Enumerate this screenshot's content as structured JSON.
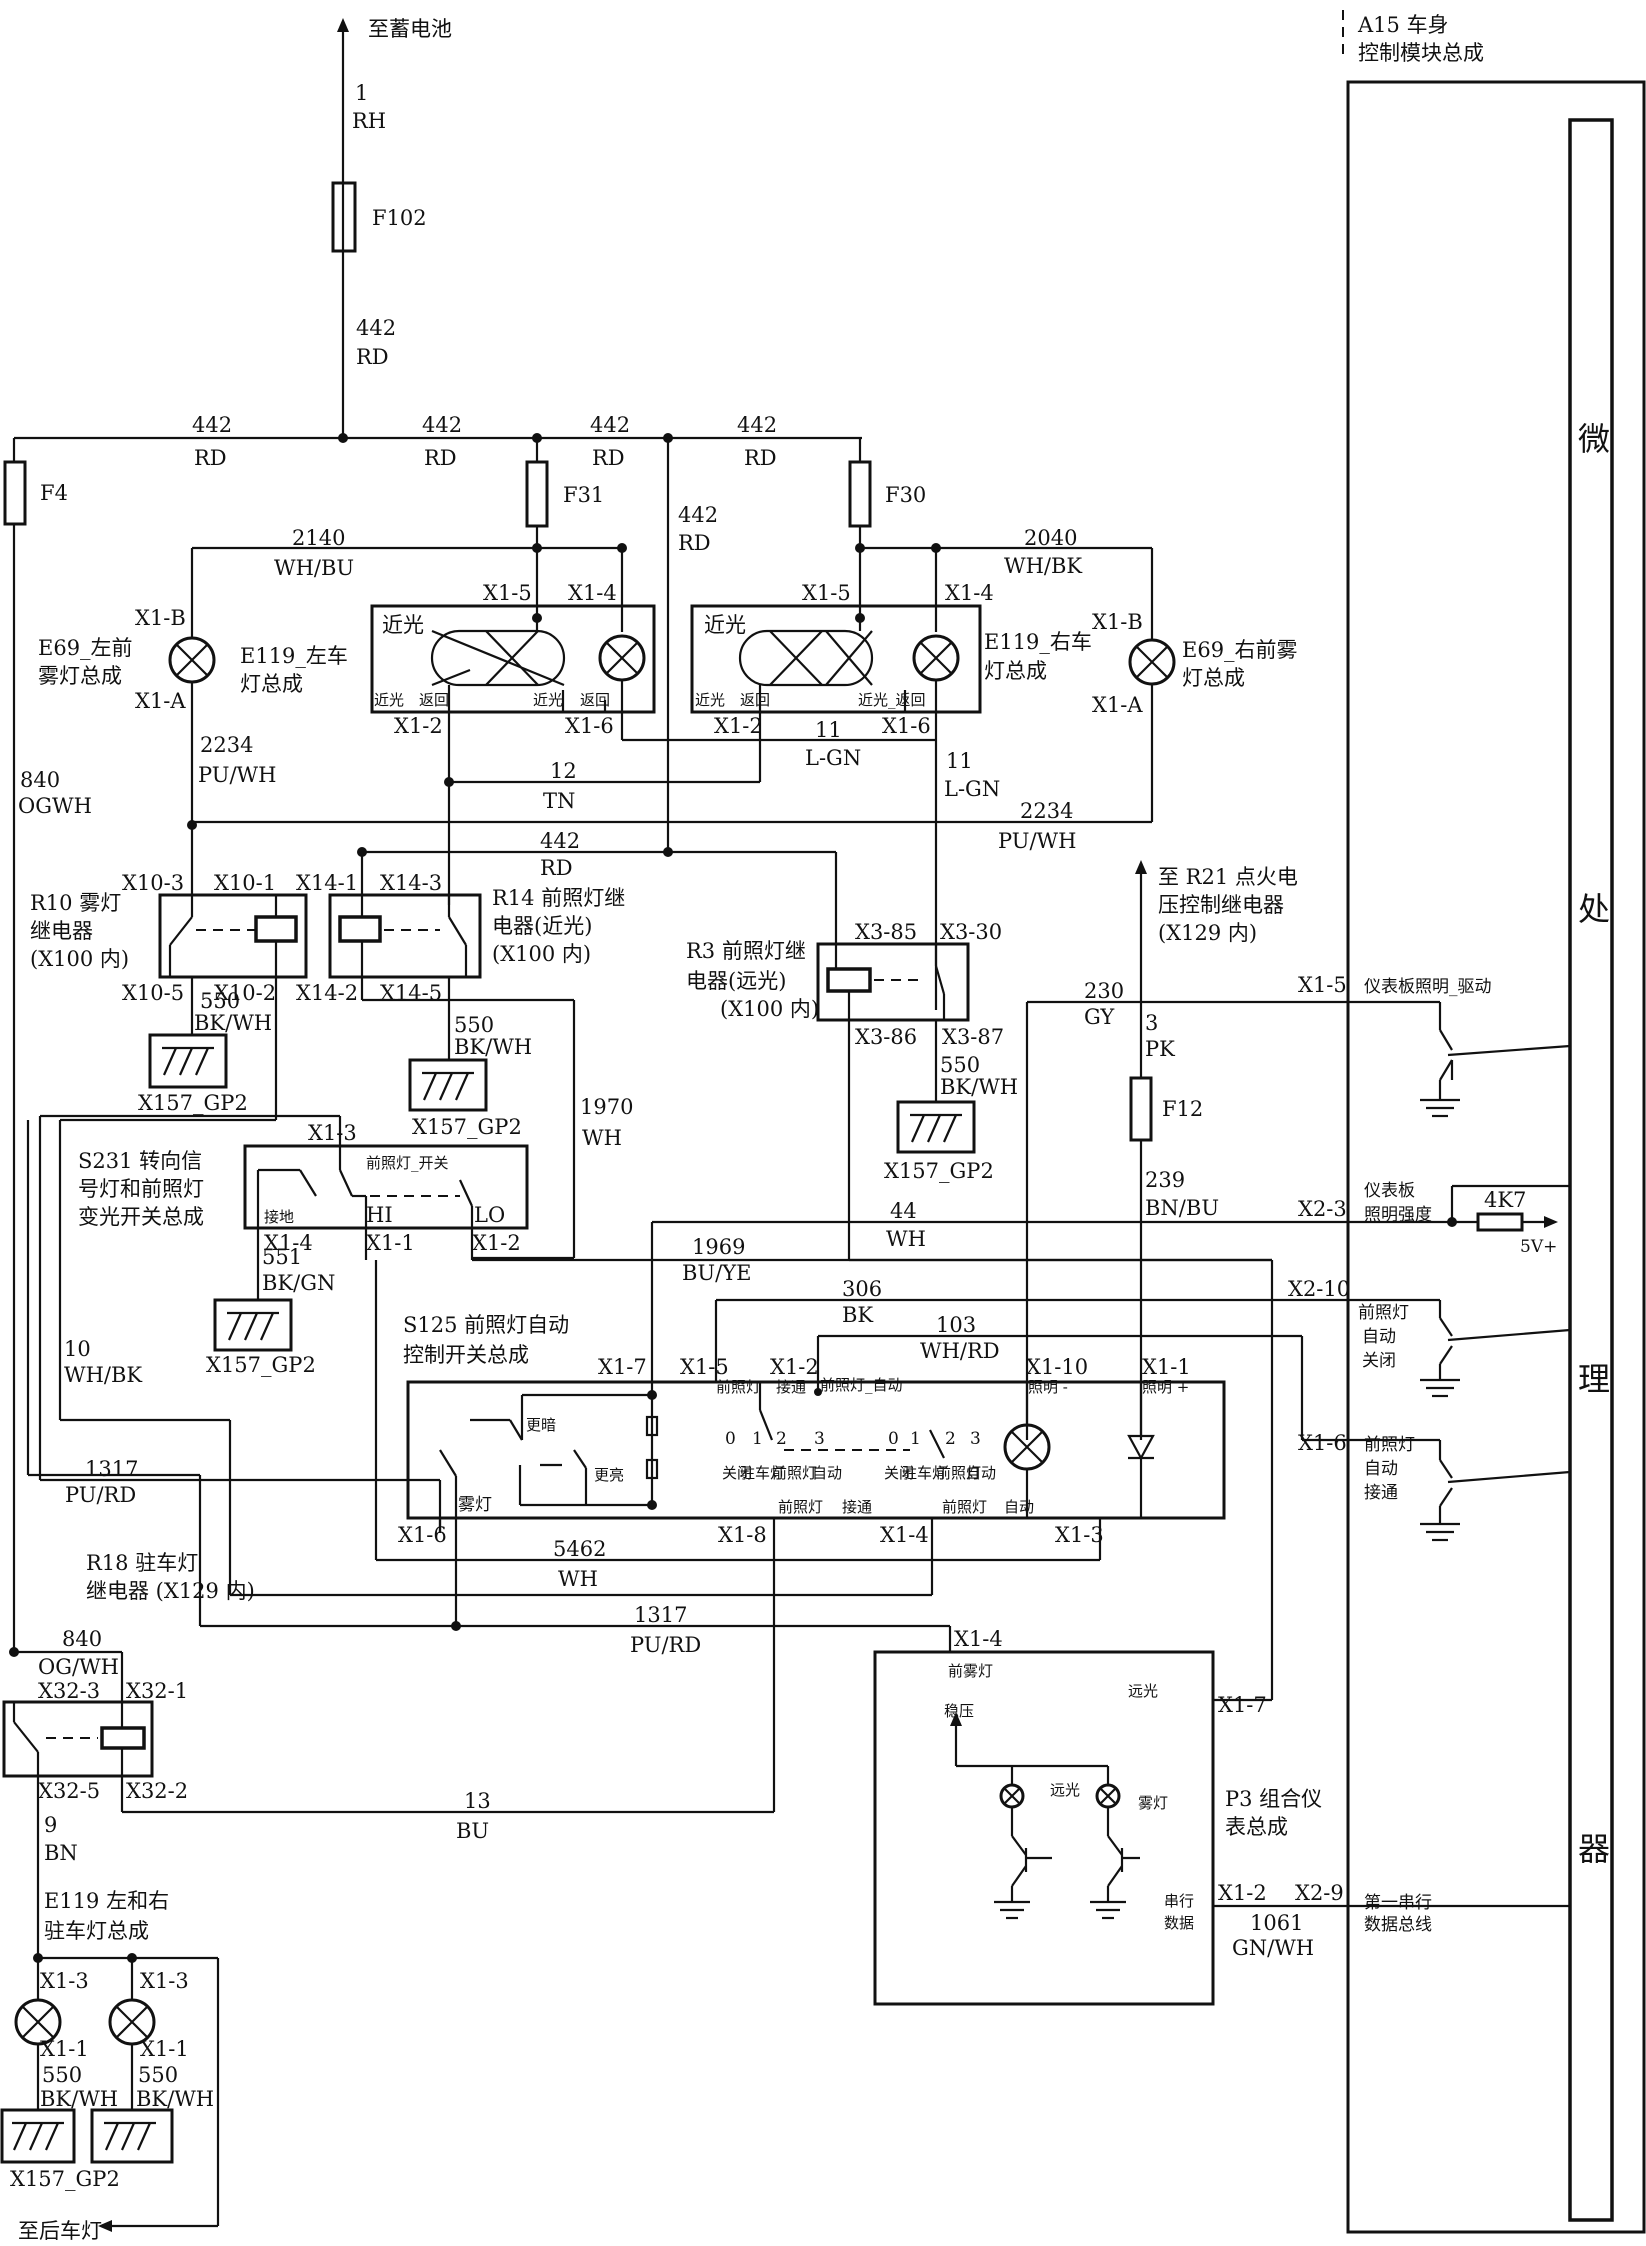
{
  "battery": {
    "to": "至蓄电池",
    "pin": "1",
    "color": "RH",
    "fuse": "F102",
    "num": "442",
    "col": "RD"
  },
  "bus": {
    "seg1_num": "442",
    "seg1_col": "RD",
    "seg2_num": "442",
    "seg2_col": "RD",
    "seg3_num": "442",
    "seg3_col": "RD",
    "seg4_num": "442",
    "seg4_col": "RD",
    "drop_num": "442",
    "drop_col": "RD"
  },
  "fuses": {
    "f4": "F4",
    "f31": "F31",
    "f30": "F30",
    "f12": "F12"
  },
  "bcm": {
    "title1": "A15 车身",
    "title2": "控制模块总成",
    "mp": [
      "微",
      "处",
      "理",
      "器"
    ]
  },
  "fog_left": {
    "name1": "E69_左前",
    "name2": "雾灯总成",
    "pinb": "X1-B",
    "pina": "X1-A"
  },
  "fog_right": {
    "name1": "E69_右前雾",
    "name2": "灯总成",
    "pinb": "X1-B",
    "pina": "X1-A"
  },
  "wires": {
    "w2140n": "2140",
    "w2140c": "WH/BU",
    "w2040n": "2040",
    "w2040c": "WH/BK",
    "w2234n_l": "2234",
    "w2234c_l": "PU/WH",
    "w2234n_r": "2234",
    "w2234c_r": "PU/WH",
    "w12n": "12",
    "w12c": "TN",
    "w11n_a": "11",
    "w11c_a": "L-GN",
    "w11n_b": "11",
    "w11c_b": "L-GN",
    "w442n": "442",
    "w442c": "RD",
    "w840n": "840",
    "w840c": "OGWH",
    "w550n_a": "550",
    "w550c_a": "BK/WH",
    "w550n_b": "550",
    "w550c_b": "BK/WH",
    "w550n_c": "550",
    "w550c_c": "BK/WH",
    "w1970n": "1970",
    "w1970c": "WH",
    "w230n": "230",
    "w230c": "GY",
    "w3n": "3",
    "w3c": "PK",
    "w239n": "239",
    "w239c": "BN/BU",
    "w44n": "44",
    "w44c": "WH",
    "w1969n": "1969",
    "w1969c": "BU/YE",
    "w306n": "306",
    "w306c": "BK",
    "w103n": "103",
    "w103c": "WH/RD",
    "w551n": "551",
    "w551c": "BK/GN",
    "w10n": "10",
    "w10c": "WH/BK",
    "w1317n_a": "1317",
    "w1317c_a": "PU/RD",
    "w1317n_b": "1317",
    "w1317c_b": "PU/RD",
    "w5462n": "5462",
    "w5462c": "WH",
    "w840n_b": "840",
    "w840c_b": "OG/WH",
    "w13n": "13",
    "w13c": "BU",
    "w9n": "9",
    "w9c": "BN",
    "w1061n": "1061",
    "w1061c": "GN/WH",
    "w550n_d": "550",
    "w550c_d": "BK/WH",
    "w550n_e": "550",
    "w550c_e": "BK/WH"
  },
  "hl_left": {
    "name1": "E119_左车",
    "name2": "灯总成",
    "low": "近光",
    "p15": "X1-5",
    "p14": "X1-4",
    "p12": "X1-2",
    "p16": "X1-6",
    "s1": "近光",
    "s2": "返回",
    "s3": "近光",
    "s4": "返回"
  },
  "hl_right": {
    "name1": "E119_右车",
    "name2": "灯总成",
    "low": "近光",
    "p15": "X1-5",
    "p14": "X1-4",
    "p12": "X1-2",
    "p16": "X1-6",
    "s1": "近光",
    "s2": "返回",
    "s3": "近光_返回"
  },
  "r10": {
    "name1": "R10 雾灯",
    "name2": "继电器",
    "name3": "(X100 内)",
    "p3": "X10-3",
    "p1": "X10-1",
    "p5": "X10-5",
    "p2": "X10-2"
  },
  "r14": {
    "name1": "R14 前照灯继",
    "name2": "电器(近光)",
    "name3": "(X100 内)",
    "p1": "X14-1",
    "p3": "X14-3",
    "p2": "X14-2",
    "p5": "X14-5"
  },
  "r3": {
    "name1": "R3 前照灯继",
    "name2": "电器(远光)",
    "name3": "(X100 内)",
    "p85": "X3-85",
    "p30": "X3-30",
    "p86": "X3-86",
    "p87": "X3-87"
  },
  "r21": {
    "name1": "至 R21 点火电",
    "name2": "压控制继电器",
    "name3": "(X129 内)"
  },
  "grounds": {
    "g1": "X157_GP2",
    "g2": "X157_GP2",
    "g3": "X157_GP2",
    "g4": "X157_GP2",
    "g5": "X157_GP2"
  },
  "s231": {
    "name1": "S231 转向信",
    "name2": "号灯和前照灯",
    "name3": "变光开关总成",
    "p3": "X1-3",
    "inner": "前照灯_开关",
    "gnd": "接地",
    "hi": "HI",
    "lo": "LO",
    "p4": "X1-4",
    "p1": "X1-1",
    "p2": "X1-2"
  },
  "s125": {
    "name1": "S125 前照灯自动",
    "name2": "控制开关总成",
    "p7": "X1-7",
    "p5": "X1-5",
    "p2": "X1-2",
    "p10": "X1-10",
    "p1": "X1-1",
    "p6": "X1-6",
    "p8": "X1-8",
    "p4": "X1-4",
    "p3": "X1-3",
    "bright": "更暗",
    "dim": "更亮",
    "fog": "雾灯",
    "h1": "前照灯",
    "h2": "接通",
    "h3": "前照灯_自动",
    "ill_m": "照明 -",
    "ill_p": "照明 +",
    "b1": "前照灯",
    "b2": "接通",
    "b3": "前照灯",
    "b4": "自动",
    "n0": "0",
    "n1": "1",
    "n2": "2",
    "n3": "3",
    "n0b": "0",
    "n1b": "1",
    "n2b": "2",
    "n3b": "3",
    "v1": "关闭",
    "v2": "驻车灯",
    "v3": "前照灯",
    "v4": "自动",
    "v5": "关闭",
    "v6": "驻车灯",
    "v7": "前照灯",
    "v8": "自动"
  },
  "bcm_pins": {
    "x15": "X1-5",
    "dash_drv": "仪表板照明_驱动",
    "x23": "X2-3",
    "dim1": "仪表板",
    "dim2": "照明强度",
    "res": "4K7",
    "vref": "5V+",
    "x210": "X2-10",
    "auto_off1": "前照灯",
    "auto_off2": "自动",
    "auto_off3": "关闭",
    "x16": "X1-6",
    "auto_on1": "前照灯",
    "auto_on2": "自动",
    "auto_on3": "接通",
    "x29": "X2-9",
    "serial1": "第一串行",
    "serial2": "数据总线"
  },
  "r18": {
    "name1": "R18 驻车灯",
    "name2": "继电器 (X129 内)",
    "p3": "X32-3",
    "p1": "X32-1",
    "p5": "X32-5",
    "p2": "X32-2"
  },
  "p3": {
    "name1": "P3 组合仪",
    "name2": "表总成",
    "p4": "X1-4",
    "front_fog": "前雾灯",
    "hibeam": "远光",
    "p7": "X1-7",
    "reg": "稳压",
    "hb": "远光",
    "fog": "雾灯",
    "ser1": "串行",
    "ser2": "数据",
    "p2": "X1-2"
  },
  "park": {
    "name1": "E119 左和右",
    "name2": "驻车灯总成",
    "pa3": "X1-3",
    "pb3": "X1-3",
    "pa1": "X1-1",
    "pb1": "X1-1",
    "rear": "至后车灯"
  }
}
